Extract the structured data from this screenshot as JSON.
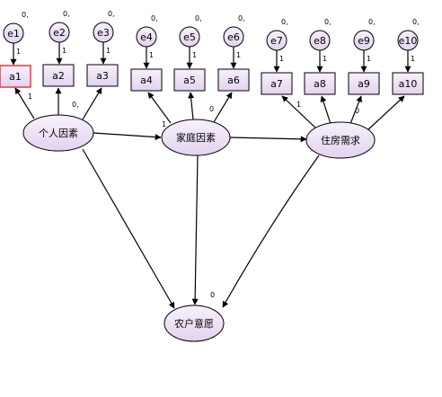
{
  "latents": {
    "personal": "个人因素",
    "family": "家庭因素",
    "housing": "住房需求",
    "willingness": "农户意愿"
  },
  "errors": [
    "e1",
    "e2",
    "e3",
    "e4",
    "e5",
    "e6",
    "e7",
    "e8",
    "e9",
    "e10"
  ],
  "indicators": [
    "a1",
    "a2",
    "a3",
    "a4",
    "a5",
    "a6",
    "a7",
    "a8",
    "a9",
    "a10"
  ],
  "error_variances": [
    "0,",
    "0,",
    "0,",
    "0,",
    "0,",
    "0,",
    "0,",
    "0,",
    "0,",
    "0,"
  ],
  "error_path_labels": [
    "1",
    "1",
    "1",
    "1",
    "1",
    "1",
    "1",
    "1",
    "1",
    "1"
  ],
  "loading_labels": {
    "a1": "1",
    "a3": "0,",
    "a4": "1",
    "a6": "0",
    "a7": "1",
    "a9": "0"
  },
  "willingness_label": "0",
  "colors": {
    "latent_fill": "#ede2f6",
    "indicator_fill": "#ede2f6",
    "error_fill": "#ede2f6",
    "selected_border": "#e8393f",
    "stroke": "#000000"
  }
}
